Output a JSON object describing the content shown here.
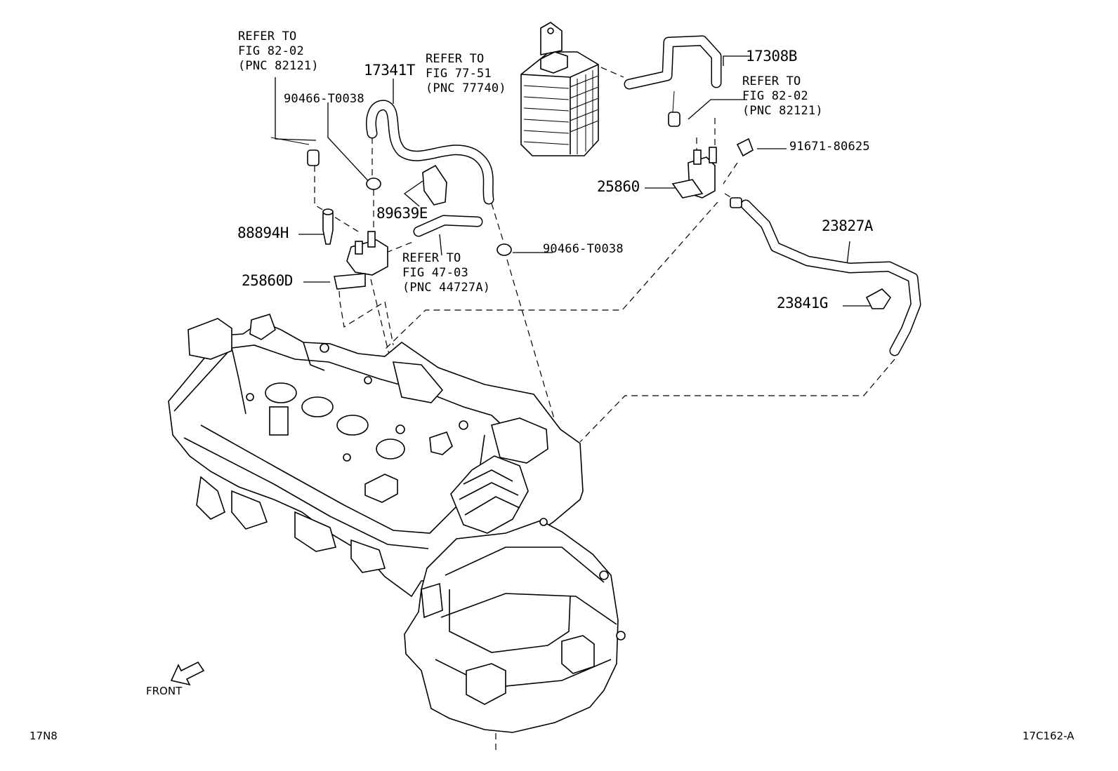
{
  "refs": {
    "fig_82_02_left": [
      "REFER TO",
      "FIG 82-02",
      "(PNC 82121)"
    ],
    "fig_77_51": [
      "REFER TO",
      "FIG 77-51",
      "(PNC 77740)"
    ],
    "fig_82_02_right": [
      "REFER TO",
      "FIG 82-02",
      "(PNC 82121)"
    ],
    "fig_47_03": [
      "REFER TO",
      "FIG 47-03",
      "(PNC 44727A)"
    ]
  },
  "part_numbers": {
    "p17341T": "17341T",
    "p17308B": "17308B",
    "p90466_top": "90466-T0038",
    "p89639E": "89639E",
    "p88894H": "88894H",
    "p25860D": "25860D",
    "p90466_mid": "90466-T0038",
    "p91671": "91671-80625",
    "p25860": "25860",
    "p23827A": "23827A",
    "p23841G": "23841G"
  },
  "front_label": "FRONT",
  "footer": {
    "left_code": "17N8",
    "right_code": "17C162-A"
  }
}
